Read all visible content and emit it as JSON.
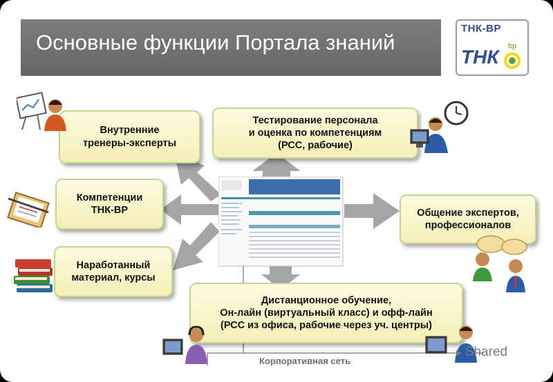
{
  "title": "Основные функции Портала знаний",
  "logo": {
    "text": "ТНК-ВР",
    "sub_text": "bp"
  },
  "boxes": {
    "trainers": "Внутренние\nтренеры-эксперты",
    "testing": "Тестирование персонала\nи оценка по компетенциям\n(РСС, рабочие)",
    "competencies": "Компетенции\nТНК-ВР",
    "communication": "Общение экспертов,\nпрофессионалов",
    "materials": "Наработанный\nматериал, курсы",
    "distance": "Дистанционное обучение,\nОн-лайн (виртуальный класс) и офф-лайн\n(РСС из офиса, рабочие через уч. центры)"
  },
  "footer": "Корпоративная сеть",
  "watermark": "Shared",
  "colors": {
    "title_bar": "#707070",
    "box_fill": "#f9f5cc",
    "box_border": "#c7d38e",
    "arrow": "#9ea0a2",
    "logo_blue": "#2f4f8f",
    "bp_green": "#58a92a"
  }
}
